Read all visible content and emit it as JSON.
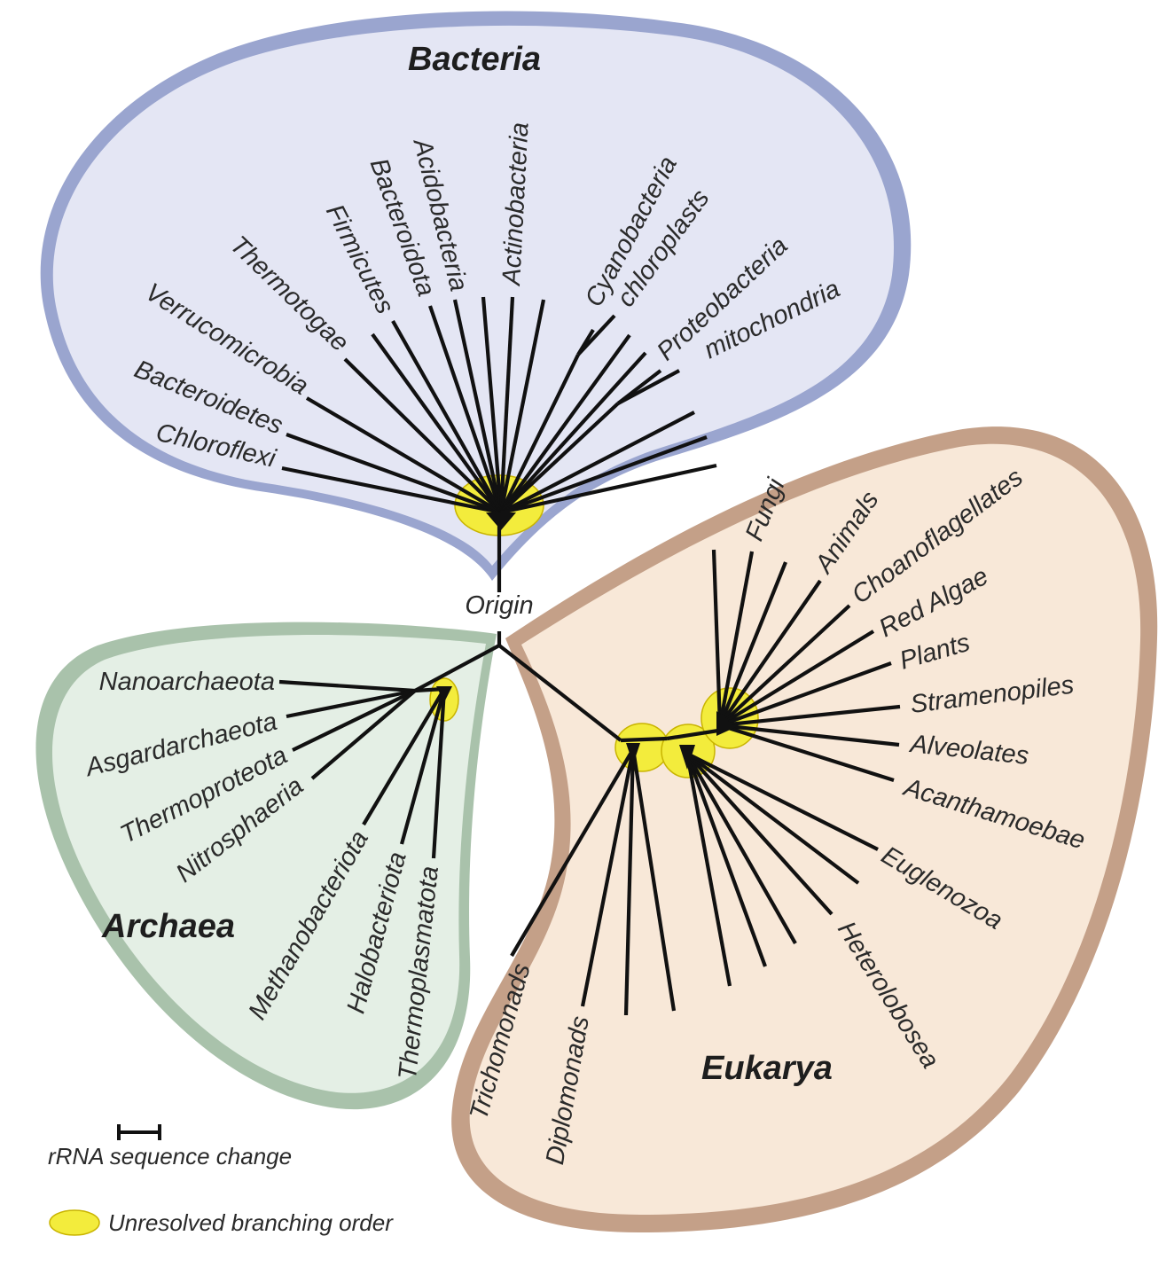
{
  "origin_label": "Origin",
  "domains": {
    "bacteria": {
      "title": "Bacteria",
      "fill": "#e4e6f4",
      "edge": "#9aa5cf",
      "labels": [
        "Chloroflexi",
        "Bacteroidetes",
        "Verrucomicrobia",
        "Thermotogae",
        "Firmicutes",
        "Bacteroidota",
        "Acidobacteria",
        "Actinobacteria",
        "Cyanobacteria",
        "chloroplasts",
        "Proteobacteria",
        "mitochondria"
      ]
    },
    "archaea": {
      "title": "Archaea",
      "fill": "#e4efe5",
      "edge": "#a9c2ab",
      "labels": [
        "Nanoarchaeota",
        "Asgardarchaeota",
        "Thermoproteota",
        "Nitrosphaeria",
        "Methanobacteriota",
        "Halobacteriota",
        "Thermoplasmatota"
      ]
    },
    "eukarya": {
      "title": "Eukarya",
      "fill": "#f8e8d8",
      "edge": "#c4a088",
      "labels": [
        "Fungi",
        "Animals",
        "Choanoflagellates",
        "Red Algae",
        "Plants",
        "Stramenopiles",
        "Alveolates",
        "Acanthamoebae",
        "Euglenozoa",
        "Heterolobosea",
        "Trichomonads",
        "Diplomonads"
      ]
    }
  },
  "legend": {
    "scale_label": "rRNA sequence change",
    "unresolved_label": "Unresolved branching order",
    "unresolved_color": "#f3ec3c"
  }
}
